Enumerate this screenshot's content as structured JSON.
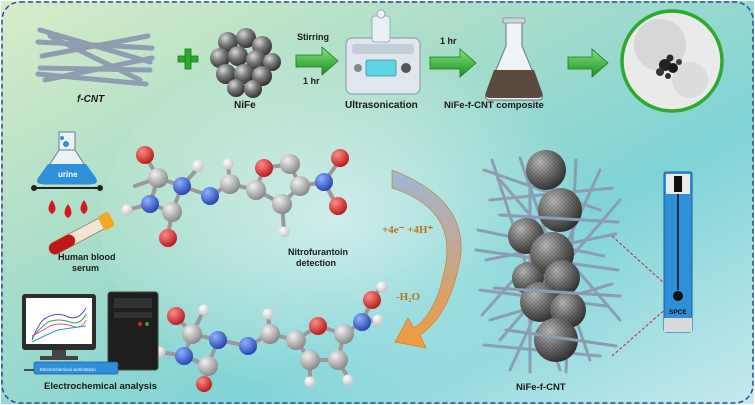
{
  "labels": {
    "fcnt": "f-CNT",
    "nife": "NiFe",
    "stirring": "Stirring",
    "one_hr_a": "1 hr",
    "ultrasonication": "Ultrasonication",
    "one_hr_b": "1 hr",
    "composite": "NiFe-f-CNT composite",
    "urine": "urine",
    "blood_1": "Human blood",
    "blood_2": "serum",
    "detection_1": "Nitrofurantoin",
    "detection_2": "detection",
    "reduction": "+4e⁻ +4H⁺",
    "water_loss": "-H₂O",
    "analysis": "Electrochemical analysis",
    "workstation": "Electrochemical workstation",
    "nife_fcnt": "NiFe-f-CNT",
    "spce": "SPCE"
  },
  "colors": {
    "arrow_green": "#2ea82e",
    "border_blue": "#2b4aa8",
    "reaction_arrow": "#f39a3c",
    "electrode_blue": "#2f8fd8",
    "carbon": "#9a9a9a",
    "oxygen": "#e02020",
    "nitrogen": "#2a55d6",
    "hydrogen": "#f2f2f2"
  }
}
